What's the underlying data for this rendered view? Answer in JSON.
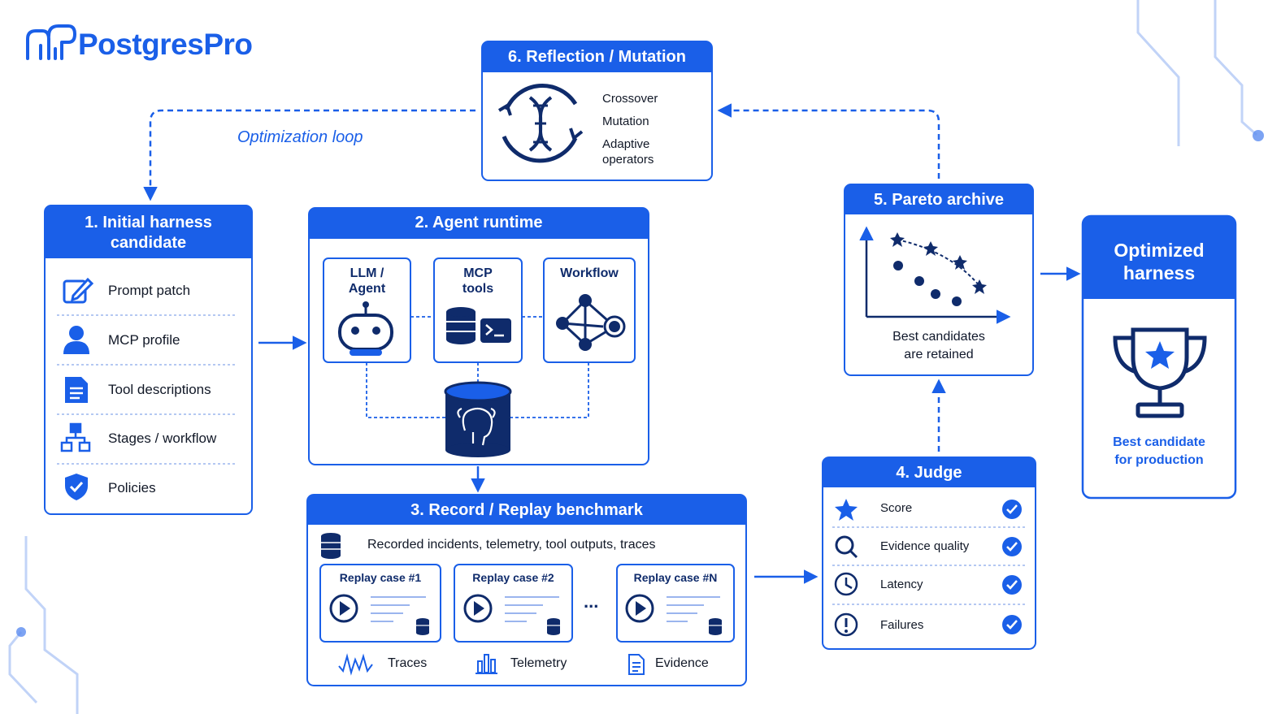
{
  "brand": {
    "name": "PostgresPro"
  },
  "loop": {
    "label": "Optimization loop"
  },
  "reflection": {
    "title": "6. Reflection / Mutation",
    "items": [
      "Crossover",
      "Mutation",
      "Adaptive",
      "operators"
    ]
  },
  "initial": {
    "title_line1": "1. Initial harness",
    "title_line2": "candidate",
    "items": [
      "Prompt patch",
      "MCP profile",
      "Tool descriptions",
      "Stages / workflow",
      "Policies"
    ]
  },
  "runtime": {
    "title": "2. Agent runtime",
    "llm_line1": "LLM /",
    "llm_line2": "Agent",
    "mcp_line1": "MCP",
    "mcp_line2": "tools",
    "workflow": "Workflow"
  },
  "benchmark": {
    "title": "3. Record / Replay benchmark",
    "subtitle": "Recorded incidents, telemetry, tool outputs, traces",
    "cases": [
      "Replay case #1",
      "Replay case #2",
      "Replay case #N"
    ],
    "ellipsis": "...",
    "footer": [
      "Traces",
      "Telemetry",
      "Evidence"
    ]
  },
  "judge": {
    "title": "4. Judge",
    "criteria": [
      "Score",
      "Evidence quality",
      "Latency",
      "Failures"
    ]
  },
  "pareto": {
    "title": "5. Pareto archive",
    "caption_line1": "Best candidates",
    "caption_line2": "are retained"
  },
  "optimized": {
    "title_line1": "Optimized",
    "title_line2": "harness",
    "caption_line1": "Best candidate",
    "caption_line2": "for production"
  },
  "colors": {
    "accent": "#1a5fe8",
    "dark": "#0f2b6b",
    "line": "#1a5fe8"
  }
}
